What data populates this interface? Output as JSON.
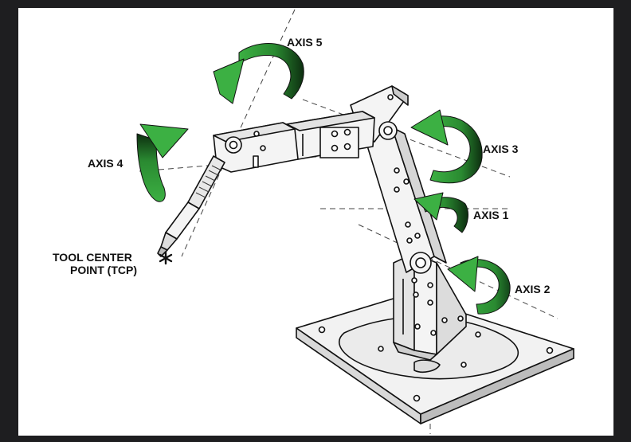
{
  "labels": {
    "axis1": "AXIS 1",
    "axis2": "AXIS 2",
    "axis3": "AXIS 3",
    "axis4": "AXIS 4",
    "axis5": "AXIS 5",
    "tcp_line1": "TOOL CENTER",
    "tcp_line2": "POINT (TCP)"
  },
  "colors": {
    "background": "#1e1e20",
    "canvas": "#ffffff",
    "arrow_green": "#3cb043",
    "arrow_dark": "#0d2e10",
    "outline": "#111111",
    "metal": "#f2f2f2"
  },
  "icons": {
    "tcp_marker": "asterisk-icon",
    "rotation_arrow": "curved-rotation-arrow-icon"
  }
}
